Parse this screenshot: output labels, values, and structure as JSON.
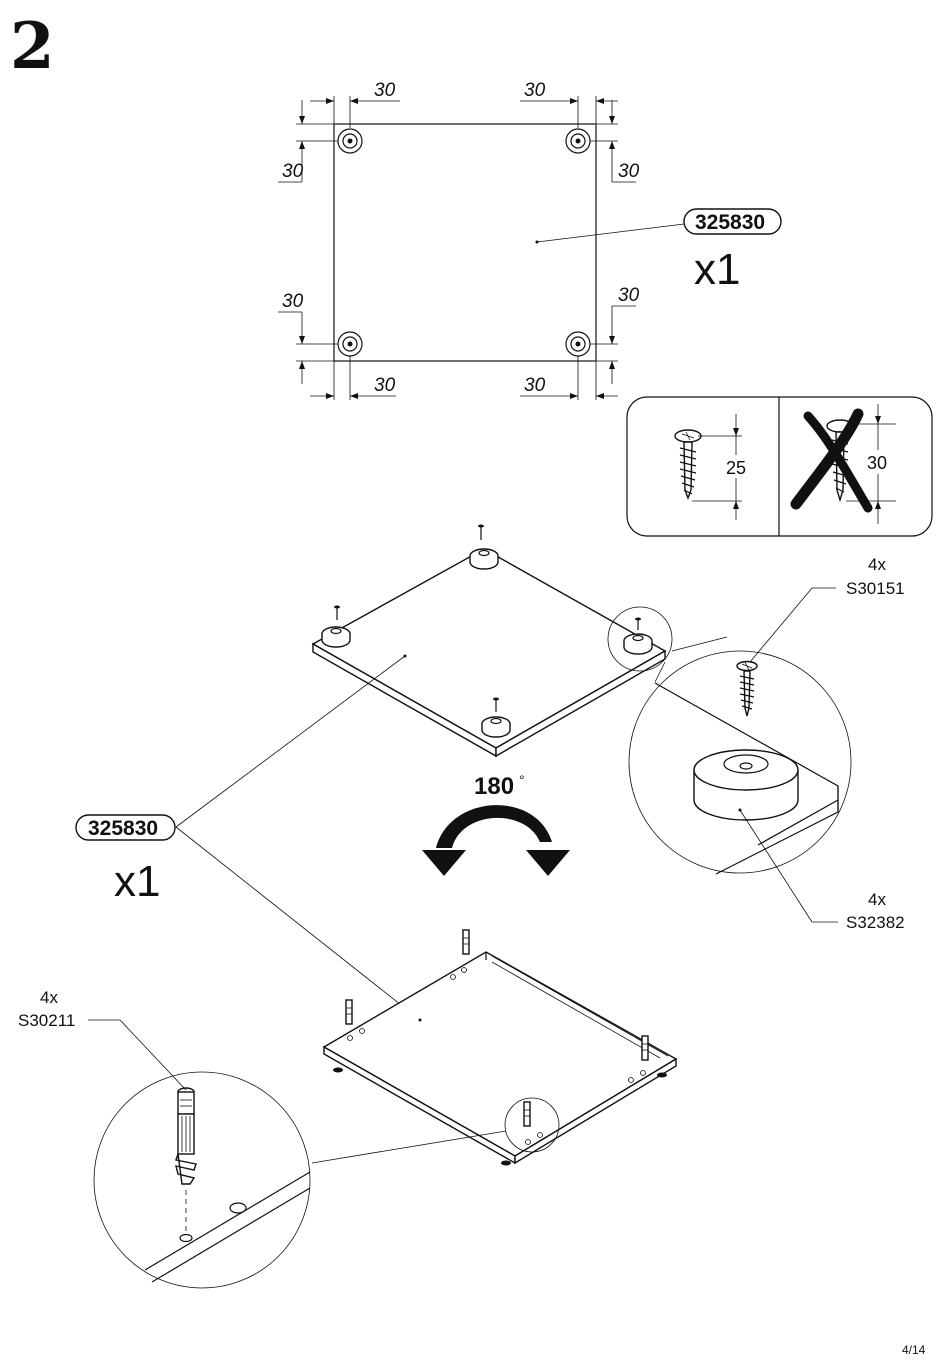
{
  "step_number": "2",
  "top_view": {
    "dim_top_left": "30",
    "dim_top_right": "30",
    "dim_left_upper": "30",
    "dim_right_upper": "30",
    "dim_left_lower": "30",
    "dim_right_lower": "30",
    "dim_bottom_left": "30",
    "dim_bottom_right": "30",
    "part_number": "325830",
    "part_qty": "x1"
  },
  "screw_spec": {
    "correct_length": "25",
    "wrong_length": "30"
  },
  "upper_callout": {
    "screw_qty": "4x",
    "screw_code": "S30151",
    "foot_qty": "4x",
    "foot_code": "S32382"
  },
  "rotation_label": "180",
  "rotation_degree_symbol": "°",
  "side_part": {
    "part_number": "325830",
    "part_qty": "x1"
  },
  "lower_callout": {
    "dowel_qty": "4x",
    "dowel_code": "S30211"
  },
  "page_number": "4/14"
}
